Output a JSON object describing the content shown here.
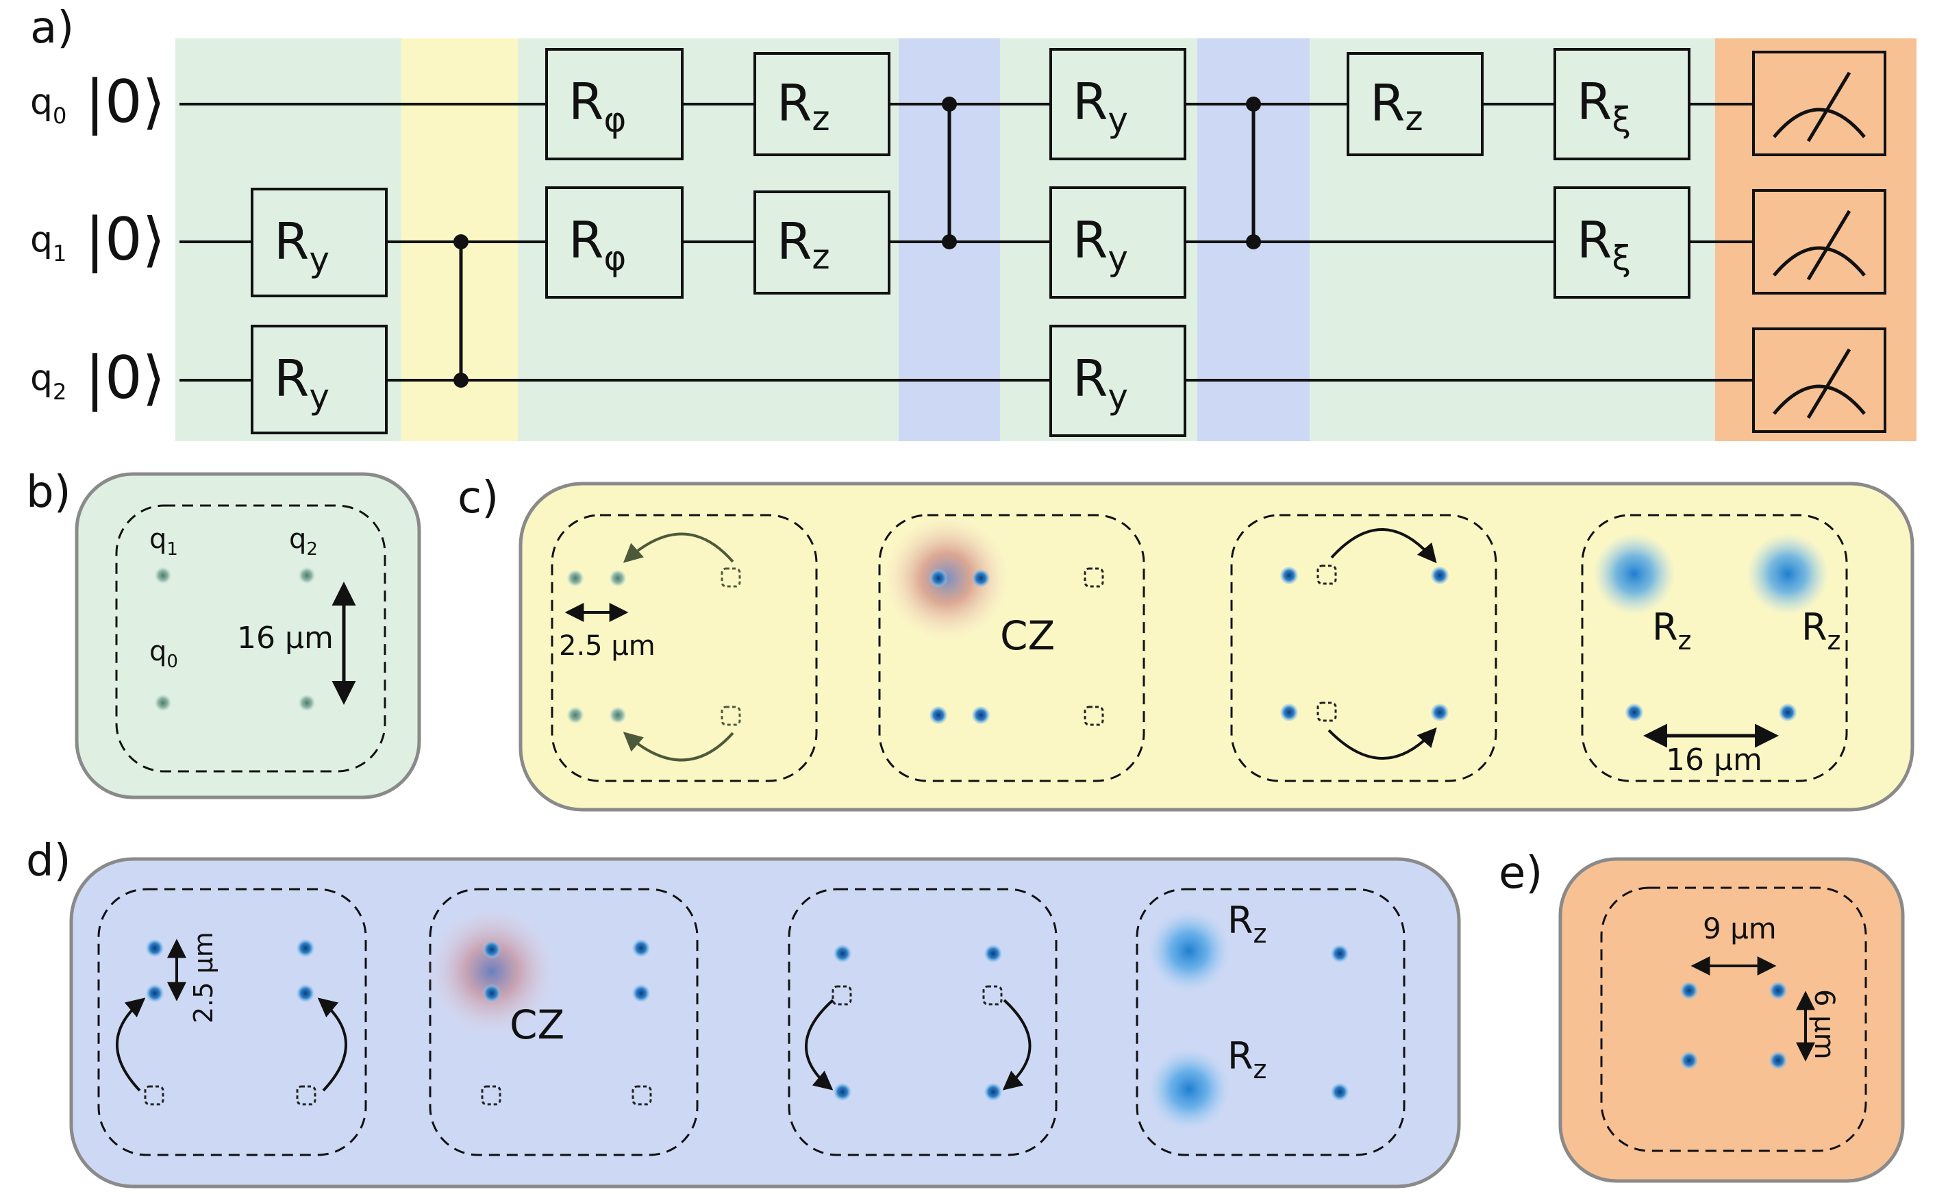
{
  "panel_labels": {
    "a": "a)",
    "b": "b)",
    "c": "c)",
    "d": "d)",
    "e": "e)"
  },
  "qubits": [
    {
      "name": "q",
      "sub": "0",
      "ket": "|0⟩"
    },
    {
      "name": "q",
      "sub": "1",
      "ket": "|0⟩"
    },
    {
      "name": "q",
      "sub": "2",
      "ket": "|0⟩"
    }
  ],
  "gates": {
    "R": "R",
    "y": "y",
    "z": "z",
    "phi": "φ",
    "xi": "ξ"
  },
  "labels": {
    "cz": "CZ",
    "rz_main": "R",
    "rz_sub": "z",
    "um16": "16 μm",
    "um2_5": "2.5 μm",
    "um9": "9 μm",
    "um6": "6 μm",
    "b_q": "q",
    "b_q1_sub": "1",
    "b_q2_sub": "2",
    "b_q0_sub": "0"
  },
  "colors": {
    "green": "#dff0e3",
    "yellow": "#fbf7c5",
    "blue": "#cdd8f4",
    "orange": "#f7c194",
    "atom": "#1f78c4"
  }
}
